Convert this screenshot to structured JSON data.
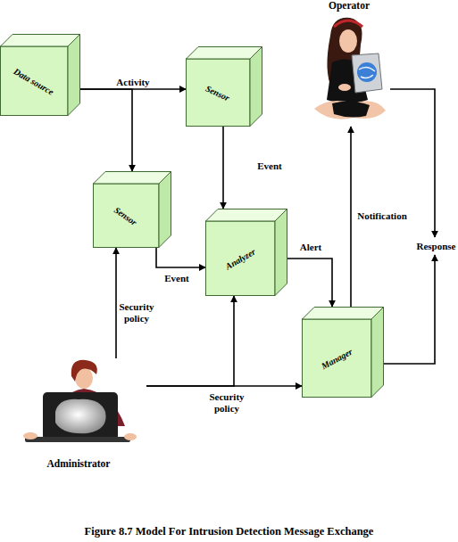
{
  "diagram": {
    "caption": "Figure 8.7 Model For Intrusion Detection Message Exchange",
    "nodes": [
      {
        "text": [
          "Data source"
        ]
      },
      {
        "text": [
          "Sensor"
        ]
      },
      {
        "text": [
          "Operator"
        ]
      },
      {
        "text": [
          "Sensor"
        ]
      },
      {
        "text": [
          "Analyzer"
        ]
      },
      {
        "text": [
          "Response"
        ]
      },
      {
        "text": [
          "Manager"
        ]
      },
      {
        "text": [
          "Administrator"
        ]
      }
    ],
    "edges": [
      {
        "from": 0,
        "to": 1,
        "label": "Activity",
        "arrow": "to"
      },
      {
        "from": 0,
        "to": 3,
        "arrow": "to"
      },
      {
        "from": 1,
        "to": 4,
        "label": "Event",
        "arrow": "to"
      },
      {
        "from": 3,
        "to": 4,
        "label": "Event",
        "arrow": "to"
      },
      {
        "from": 4,
        "to": 6,
        "label": "Alert",
        "arrow": "to"
      },
      {
        "from": 6,
        "to": 2,
        "label": "Notification",
        "arrow": "to"
      },
      {
        "from": 2,
        "to": 5,
        "arrow": "to"
      },
      {
        "from": 6,
        "to": 5,
        "arrow": "to"
      },
      {
        "from": 7,
        "to": 3,
        "label": "Security policy",
        "arrow": "to"
      },
      {
        "from": 7,
        "to": 4,
        "arrow": "to"
      },
      {
        "from": 7,
        "to": 6,
        "label": "Security policy",
        "arrow": "to"
      }
    ]
  }
}
